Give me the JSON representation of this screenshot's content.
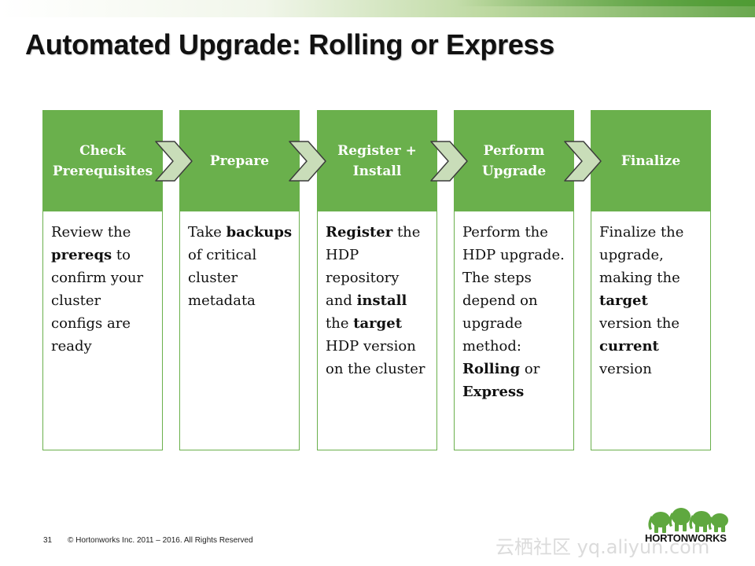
{
  "slide": {
    "title": "Automated Upgrade: Rolling or Express",
    "page_number": "31",
    "copyright": "© Hortonworks Inc. 2011 – 2016. All Rights Reserved",
    "logo_text": "HORTONWORKS",
    "watermark": "云栖社区 yq.aliyun.com"
  },
  "colors": {
    "accent": "#6ab04c",
    "arrow": "#c9ddb9"
  },
  "steps": [
    {
      "label": "Check Prerequisites",
      "desc": [
        {
          "t": "Review the "
        },
        {
          "t": "prereqs",
          "b": true
        },
        {
          "t": " to confirm your cluster configs are ready"
        }
      ]
    },
    {
      "label": "Prepare",
      "desc": [
        {
          "t": "Take "
        },
        {
          "t": "backups",
          "b": true
        },
        {
          "t": " of critical cluster metadata"
        }
      ]
    },
    {
      "label": "Register + Install",
      "desc": [
        {
          "t": "Register",
          "b": true
        },
        {
          "t": " the HDP repository and "
        },
        {
          "t": "install",
          "b": true
        },
        {
          "t": " the "
        },
        {
          "t": "target",
          "b": true
        },
        {
          "t": " HDP version on the cluster"
        }
      ]
    },
    {
      "label": "Perform Upgrade",
      "desc": [
        {
          "t": "Perform the HDP upgrade. The steps depend on upgrade method: "
        },
        {
          "t": "Rolling",
          "b": true
        },
        {
          "t": " or "
        },
        {
          "t": "Express",
          "b": true
        }
      ]
    },
    {
      "label": "Finalize",
      "desc": [
        {
          "t": "Finalize the upgrade, making the "
        },
        {
          "t": "target",
          "b": true
        },
        {
          "t": " version the "
        },
        {
          "t": "current",
          "b": true
        },
        {
          "t": " version"
        }
      ]
    }
  ]
}
